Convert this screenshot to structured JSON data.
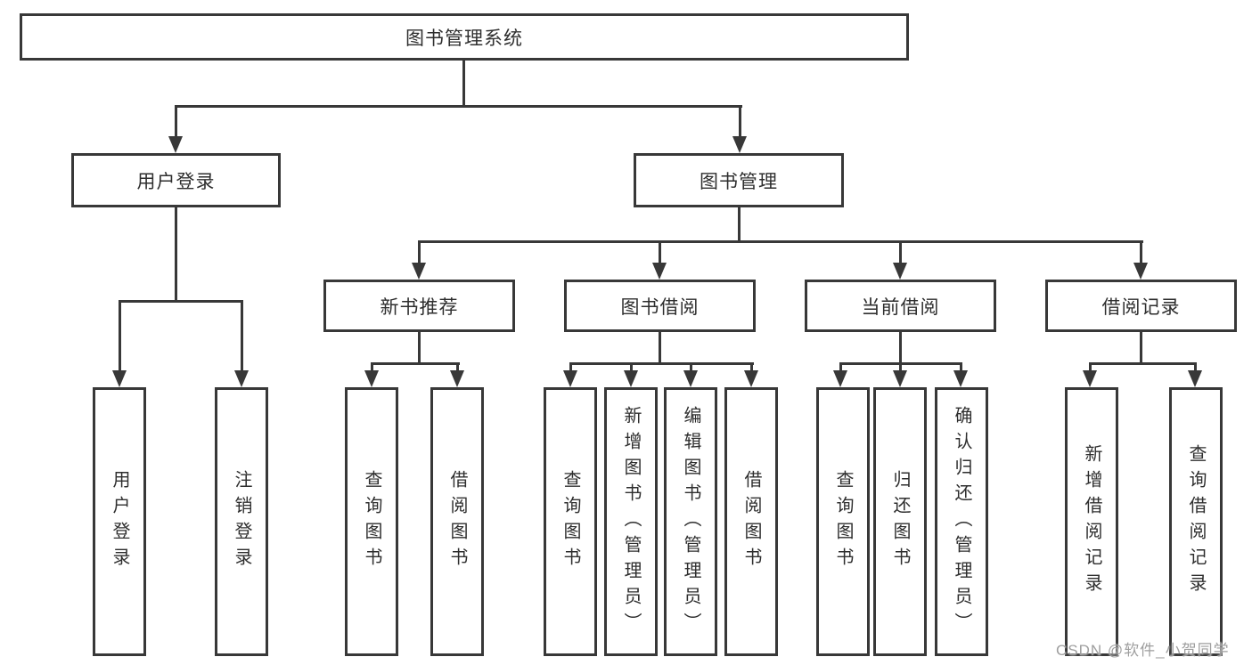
{
  "root": {
    "label": "图书管理系统"
  },
  "level2": {
    "user_login": "用户登录",
    "book_mgmt": "图书管理"
  },
  "level3": {
    "new_books": "新书推荐",
    "borrowing": "图书借阅",
    "current": "当前借阅",
    "records": "借阅记录"
  },
  "leaves": {
    "user_login": [
      "用户登录",
      "注销登录"
    ],
    "new_books": [
      "查询图书",
      "借阅图书"
    ],
    "borrowing": [
      "查询图书",
      "新增图书（管理员）",
      "编辑图书（管理员）",
      "借阅图书"
    ],
    "current": [
      "查询图书",
      "归还图书",
      "确认归还（管理员）"
    ],
    "records": [
      "新增借阅记录",
      "查询借阅记录"
    ]
  },
  "watermark": "CSDN @软件_小贺同学",
  "colors": {
    "line": "#383838",
    "text": "#2e2e2e",
    "watermark_gray": "#9e9e9e",
    "background": "#ffffff"
  }
}
